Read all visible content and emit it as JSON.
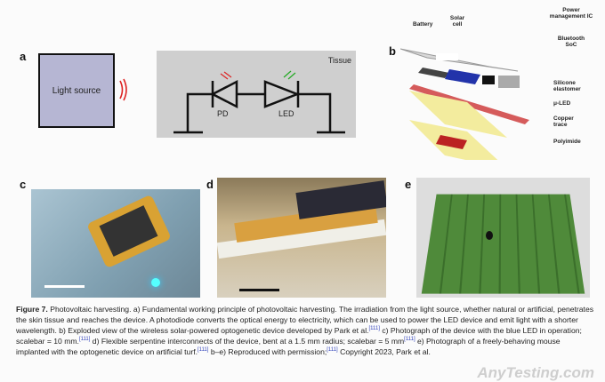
{
  "panels": {
    "a": "a",
    "b": "b",
    "c": "c",
    "d": "d",
    "e": "e"
  },
  "panel_a": {
    "light_source": "Light source",
    "tissue": "Tissue",
    "pd": "PD",
    "led": "LED"
  },
  "panel_b": {
    "battery": "Battery",
    "solar_cell": "Solar cell",
    "pmic": "Power management IC",
    "bluetooth": "Bluetooth SoC",
    "silicone": "Silicone elastomer",
    "uled": "μ-LED",
    "copper": "Copper trace",
    "polyimide": "Polyimide"
  },
  "caption": {
    "label": "Figure 7.",
    "title": "Photovoltaic harvesting.",
    "t1": " a) Fundamental working principle of photovoltaic harvesting. The irradiation from the light source, whether natural or artificial, penetrates the skin tissue and reaches the device. A photodiode converts the optical energy to electricity, which can be used to power the LED device and emit light with a shorter wavelength. b) Exploded view of the wireless solar-powered optogenetic device developed by Park et al.",
    "ref": "[111]",
    "t2": " c) Photograph of the device with the blue LED in operation; scalebar = 10 mm.",
    "t3": " d) Flexible serpentine interconnects of the device, bent at a 1.5 mm radius; scalebar = 5 mm",
    "t4": " e) Photograph of a freely-behaving mouse implanted with the optogenetic device on artificial turf.",
    "t5": " b–e) Reproduced with permission;",
    "t6": " Copyright 2023, Park et al."
  },
  "watermark": "AnyTesting.com"
}
